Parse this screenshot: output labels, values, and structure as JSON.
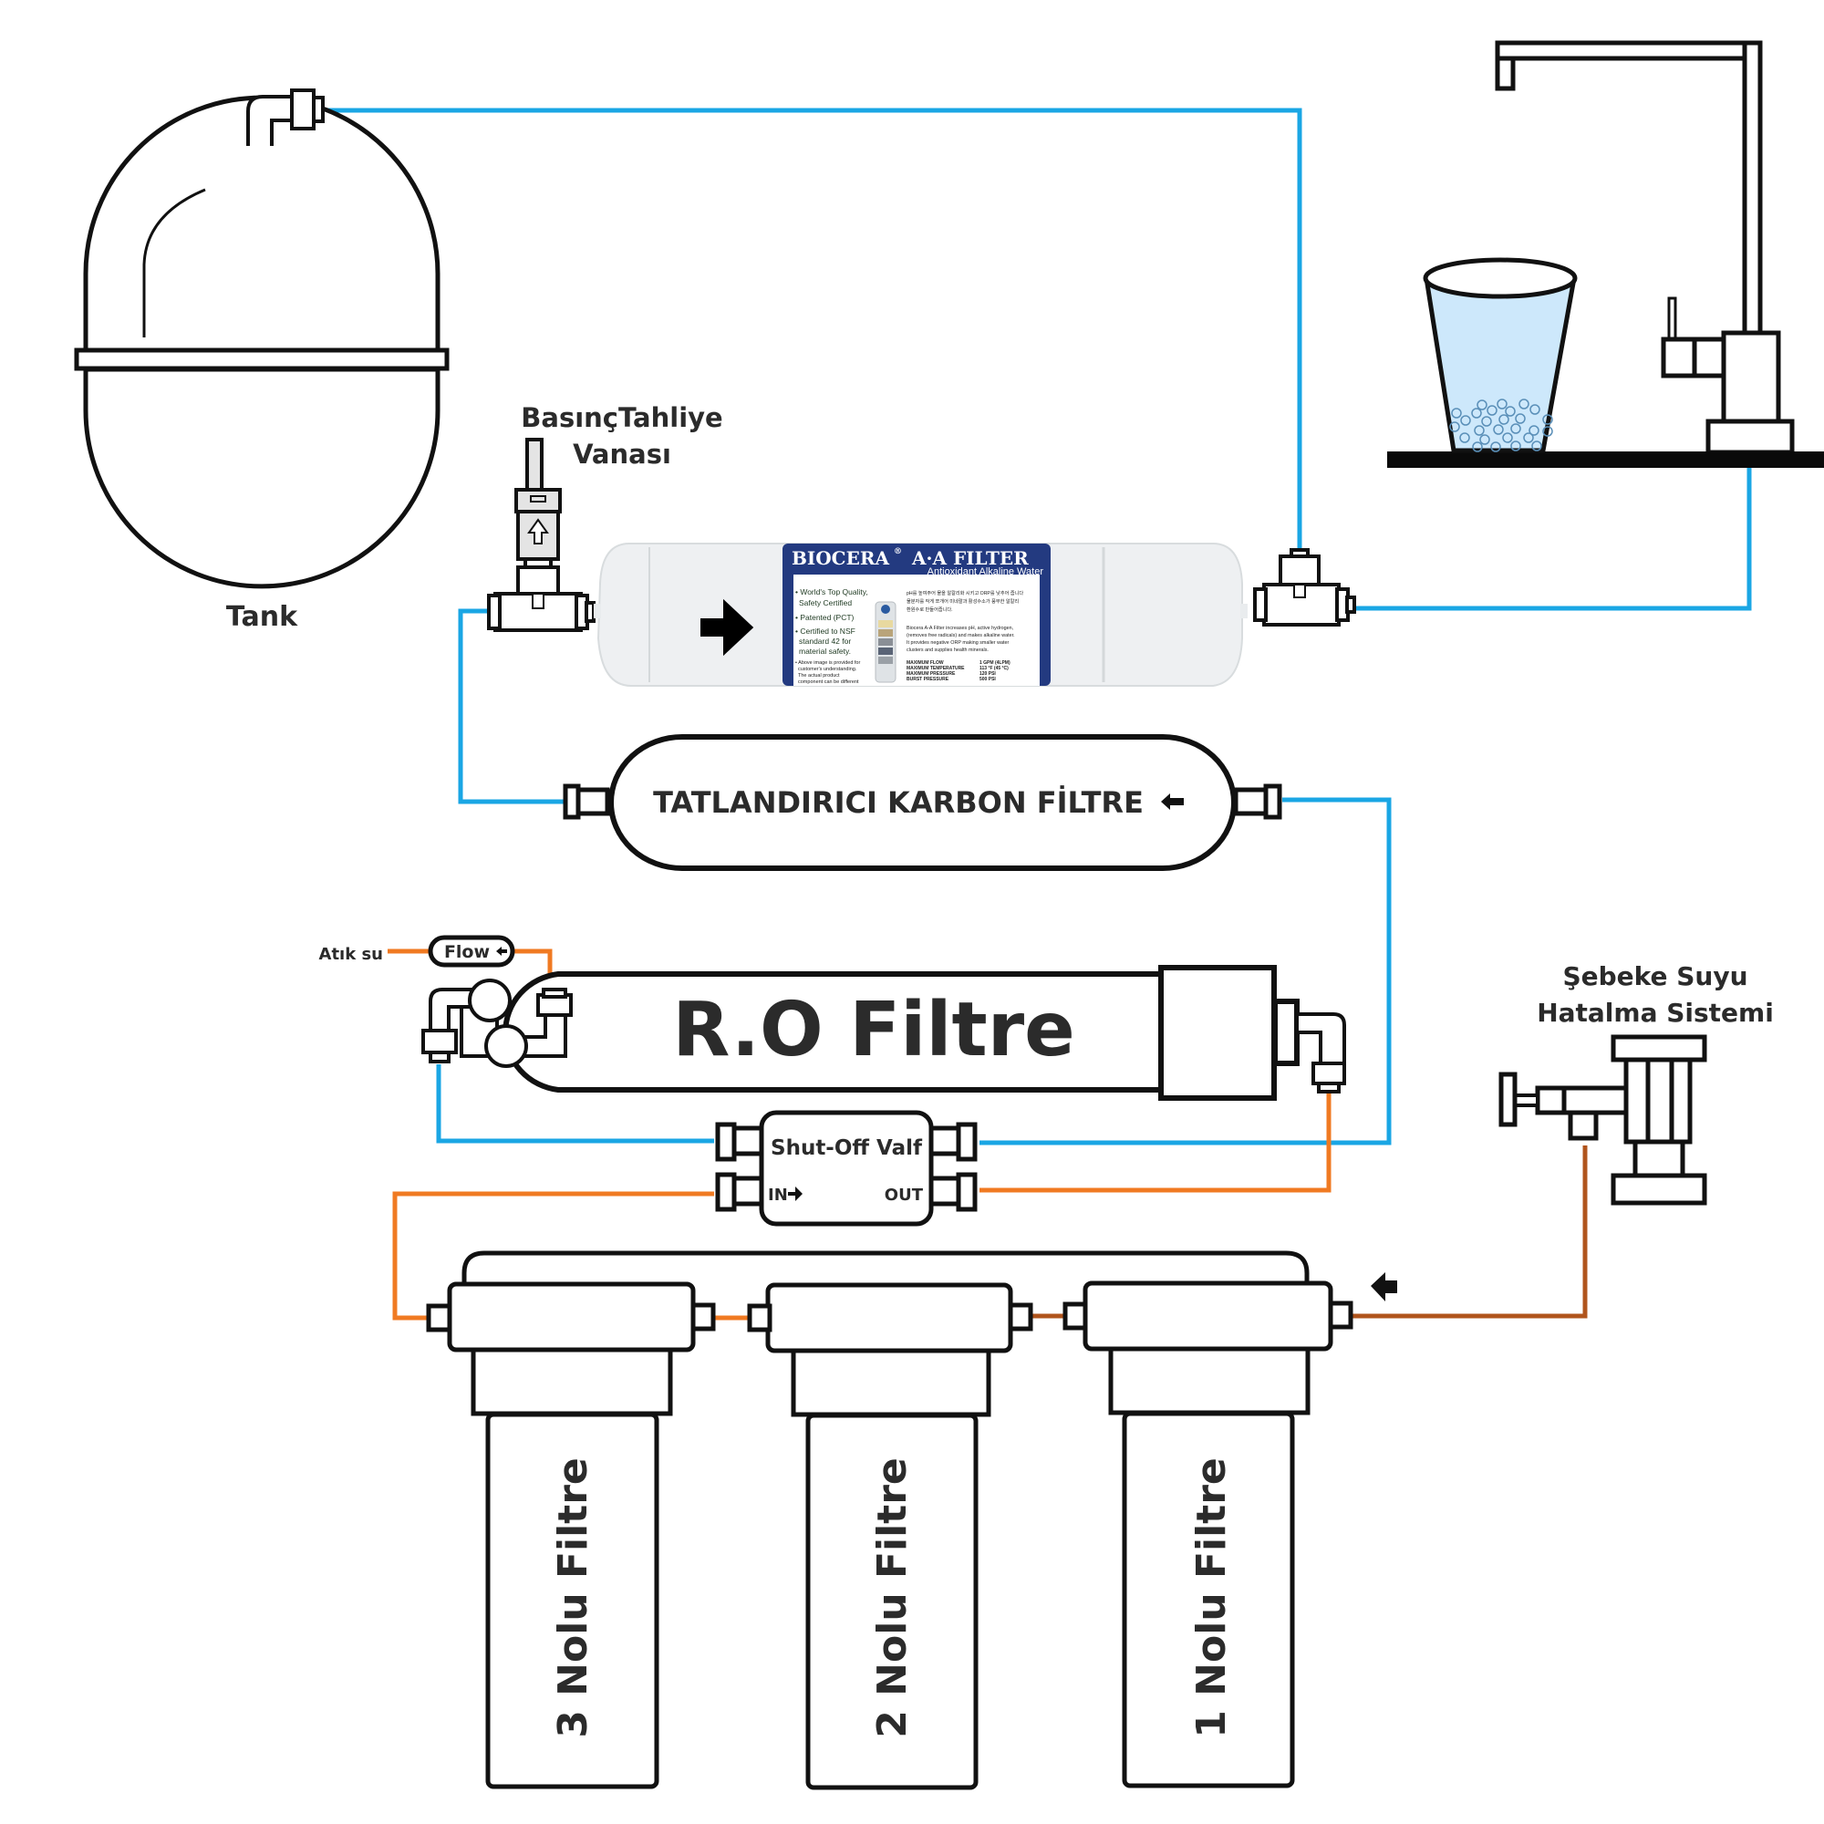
{
  "title": "Reverse Osmosis Water Purification System Diagram",
  "labels": {
    "tank": "Tank",
    "pressure_relief_line1": "BasınçTahliye",
    "pressure_relief_line2": "Vanası",
    "carbon_filter": "TATLANDIRICI KARBON FİLTRE",
    "ro_filter": "R.O Filtre",
    "waste_water": "Atık su",
    "flow": "Flow",
    "shutoff_valve": "Shut-Off Valf",
    "shutoff_in": "IN",
    "shutoff_out": "OUT",
    "mains_line1": "Şebeke Suyu",
    "mains_line2": "Hatalma Sistemi",
    "filter_3": "3 Nolu Filtre",
    "filter_2": "2 Nolu Filtre",
    "filter_1": "1 Nolu Filtre"
  },
  "aa_filter": {
    "brand": "BIOCERA",
    "registered": "®",
    "product": "A·A FILTER",
    "subtitle": "Antioxidant Alkaline Water",
    "bullets": [
      "• World's Top Quality,",
      "Safety Certified",
      "• Patented (PCT)",
      "• Certified to NSF",
      "standard 42 for",
      "material safety."
    ],
    "note": [
      "• Above image is provided for",
      "customer's understanding.",
      "The actual product",
      "component can be different"
    ],
    "korean": [
      "pH를 높여주어 물을 알칼리화 시키고 ORP를 낮추어 줍니다",
      "물분자를 작게 쪼개어 미네랄과 활성수소가 풍부한 알칼리",
      "환원수로 만들어줍니다."
    ],
    "description": [
      "Biocera A-A Filter increases pH, active hydrogen,",
      "(removes free radicals) and makes alkaline water.",
      "It provides negative ORP making smaller water",
      "clusters and supplies health minerals."
    ],
    "specs": [
      {
        "name": "MAXIMUM FLOW",
        "value": "1 GPM (4LPM)"
      },
      {
        "name": "MAXIMUM TEMPERATURE",
        "value": "113 °F (45 °C)"
      },
      {
        "name": "MAXIMUM PRESSURE",
        "value": "120 PSI"
      },
      {
        "name": "BURST PRESSURE",
        "value": "500 PSI"
      }
    ]
  },
  "colors": {
    "clean_water_line": "#1aa6e4",
    "raw_water_line": "#f07a22",
    "mains_feed_line": "#b0541c",
    "glass_water": "#cde8fb",
    "aa_label": "#233a80"
  }
}
